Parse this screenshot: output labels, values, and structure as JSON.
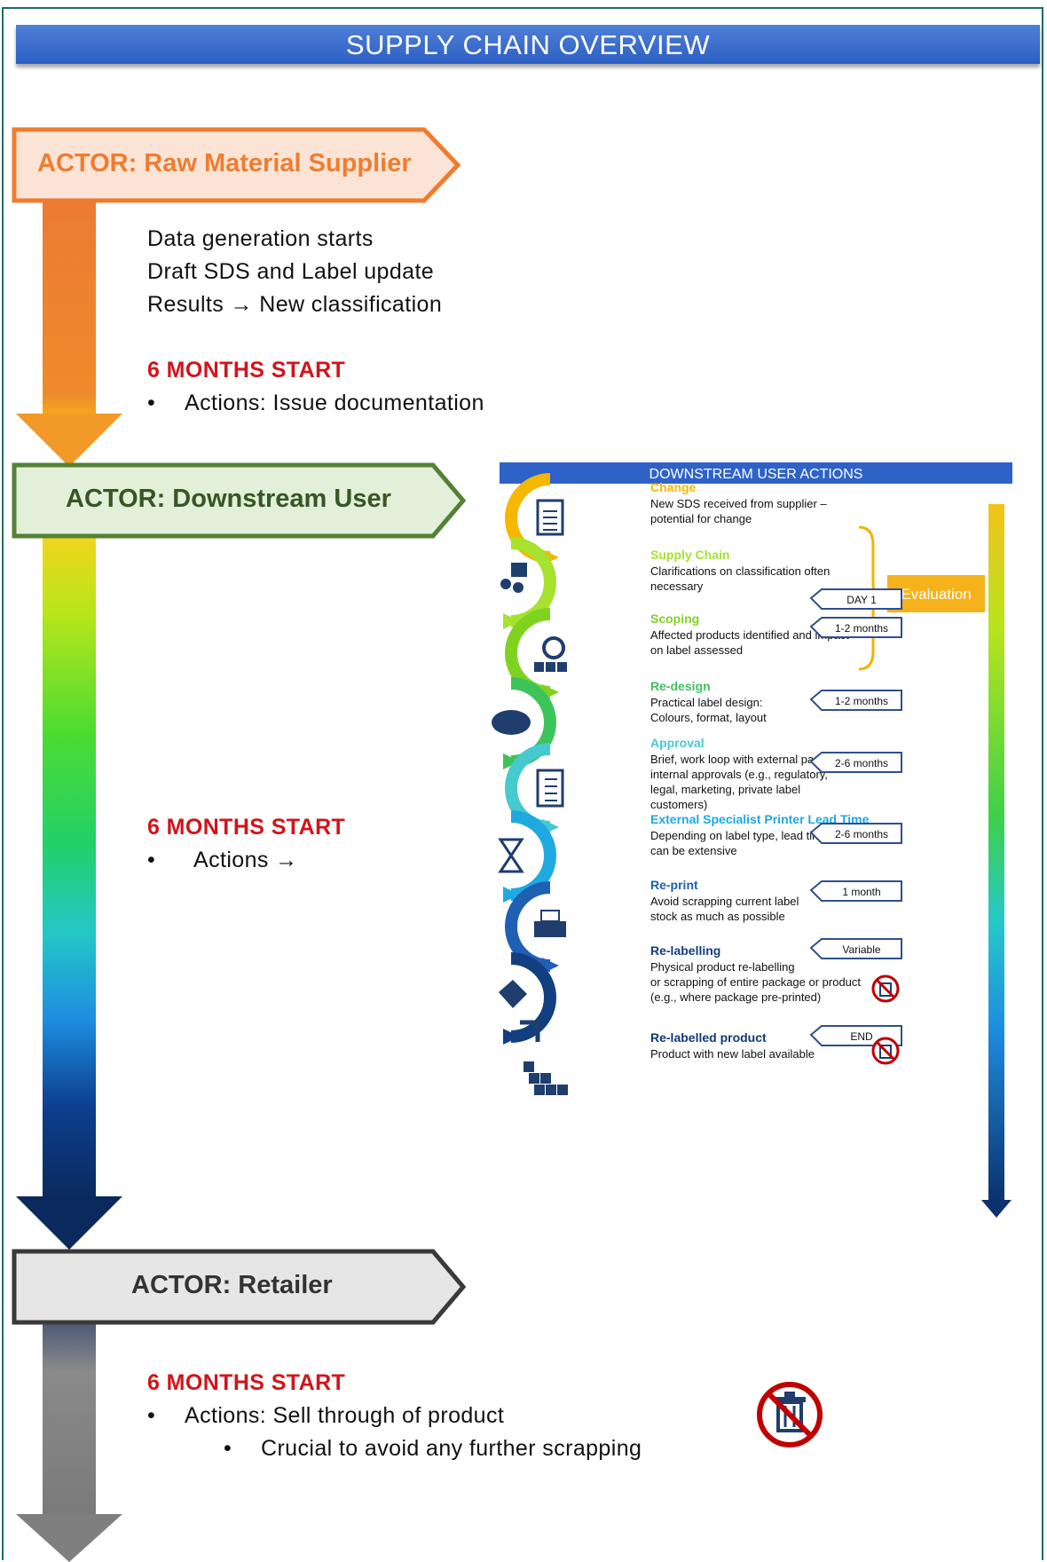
{
  "header": {
    "title": "SUPPLY CHAIN OVERVIEW"
  },
  "actors": [
    {
      "label": "ACTOR: Raw Material Supplier",
      "color": "#ee7d31"
    },
    {
      "label": "ACTOR: Downstream User",
      "color": "#548235"
    },
    {
      "label": "ACTOR: Retailer",
      "color": "#3a3a3a"
    }
  ],
  "supplier_notes": {
    "lines": [
      "Data generation starts",
      "Draft SDS and Label update",
      "Results → New classification"
    ],
    "heading": "6 MONTHS START",
    "bullet": "Actions: Issue documentation"
  },
  "downstream_notes": {
    "heading": "6 MONTHS START",
    "bullet": "Actions →"
  },
  "retailer_notes": {
    "heading": "6 MONTHS START",
    "bullet": "Actions: Sell through of product",
    "sub_bullet": "Crucial to avoid any further scrapping"
  },
  "dua": {
    "title": "DOWNSTREAM USER ACTIONS",
    "evaluation_label": "Evaluation",
    "steps": [
      {
        "title": "Change",
        "desc": [
          "New SDS received from supplier –",
          "potential for change"
        ],
        "color": "#f5b700",
        "icon": "document-icon"
      },
      {
        "title": "Supply Chain",
        "desc": [
          "Clarifications on classification often",
          "necessary"
        ],
        "color": "#a6e22e",
        "icon": "question-people-icon"
      },
      {
        "title": "Scoping",
        "desc": [
          "Affected products identified and impact",
          "on label assessed"
        ],
        "color": "#7ed321",
        "icon": "magnifier-boxes-icon"
      },
      {
        "title": "Re-design",
        "desc": [
          "Practical label design:",
          "Colours, format, layout"
        ],
        "color": "#3cc45b",
        "icon": "palette-icon"
      },
      {
        "title": "Approval",
        "desc": [
          "Brief, work loop with external partners,",
          "internal approvals (e.g., regulatory,",
          "legal, marketing, private label",
          "customers)"
        ],
        "color": "#46c9cf",
        "icon": "checklist-icon"
      },
      {
        "title": "External Specialist Printer Lead Time",
        "desc": [
          "Depending on label type, lead times",
          "can be extensive"
        ],
        "color": "#1ea9e1",
        "icon": "hourglass-icon"
      },
      {
        "title": "Re-print",
        "desc": [
          "Avoid scrapping current label",
          "stock as much as possible"
        ],
        "color": "#1f5fb4",
        "icon": "printer-icon"
      },
      {
        "title": "Re-labelling",
        "desc": [
          "Physical product re-labelling",
          "or scrapping of entire package or product",
          "(e.g., where package pre-printed)"
        ],
        "color": "#123f80",
        "icon": "label-tag-icon"
      },
      {
        "title": "Re-labelled product",
        "desc": [
          "Product with new label available"
        ],
        "color": "#0f3a74",
        "icon": "stacked-boxes-icon"
      }
    ],
    "time_tags": [
      "DAY 1",
      "1-2 months",
      "1-2 months",
      "2-6 months",
      "2-6 months",
      "1 month",
      "Variable",
      "END"
    ]
  }
}
